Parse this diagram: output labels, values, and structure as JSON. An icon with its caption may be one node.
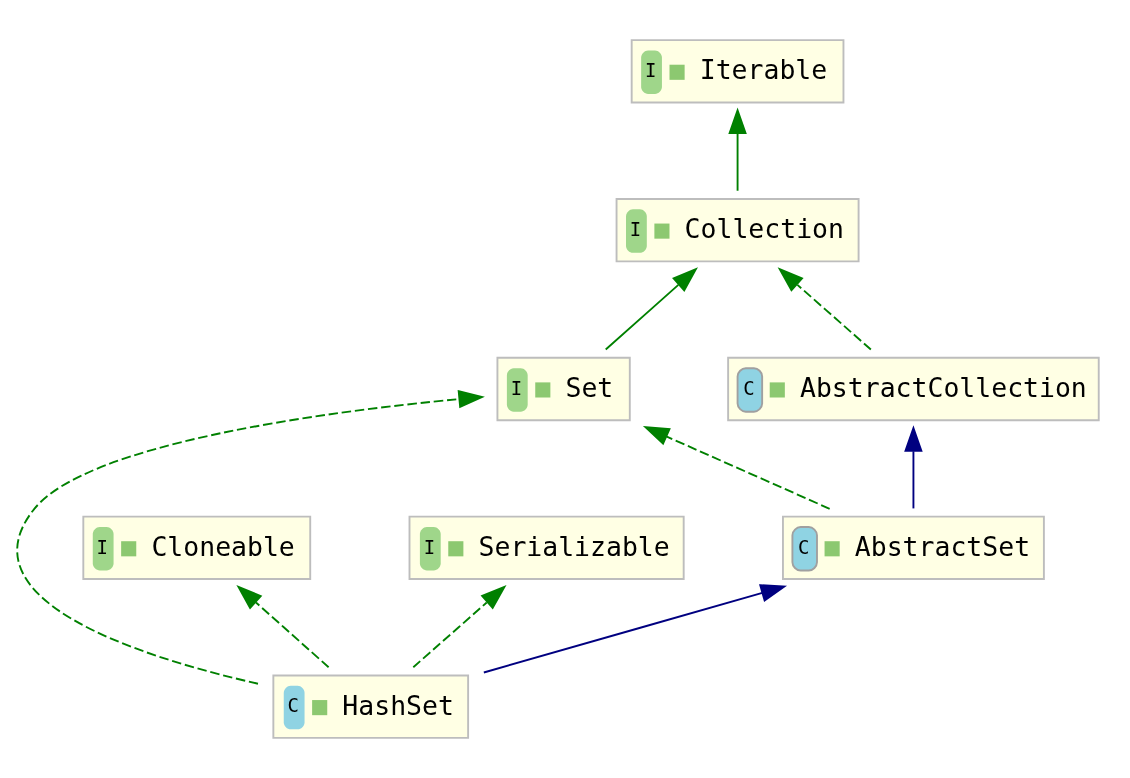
{
  "diagram": {
    "nodes": [
      {
        "text": [
          "I",
          "Iterable"
        ]
      },
      {
        "text": [
          "I",
          "Collection"
        ]
      },
      {
        "text": [
          "C",
          "AbstractCollection"
        ]
      },
      {
        "text": [
          "I",
          "Set"
        ]
      },
      {
        "text": [
          "I",
          "Cloneable"
        ]
      },
      {
        "text": [
          "I",
          "Serializable"
        ]
      },
      {
        "text": [
          "C",
          "AbstractSet"
        ]
      },
      {
        "text": [
          "C",
          "HashSet"
        ]
      }
    ],
    "edges": [
      {
        "from": 1,
        "to": 0,
        "arrow": "to"
      },
      {
        "from": 2,
        "to": 1,
        "arrow": "to",
        "style": "dashed"
      },
      {
        "from": 3,
        "to": 1,
        "arrow": "to"
      },
      {
        "from": 6,
        "to": 2,
        "arrow": "to",
        "color": "#000080"
      },
      {
        "from": 6,
        "to": 3,
        "arrow": "to",
        "style": "dashed"
      },
      {
        "from": 7,
        "to": 4,
        "arrow": "to",
        "style": "dashed"
      },
      {
        "from": 7,
        "to": 5,
        "arrow": "to",
        "style": "dashed"
      },
      {
        "from": 7,
        "to": 6,
        "arrow": "to",
        "color": "#000080"
      },
      {
        "from": 7,
        "to": 3,
        "arrow": "to",
        "style": "dashed"
      }
    ]
  }
}
